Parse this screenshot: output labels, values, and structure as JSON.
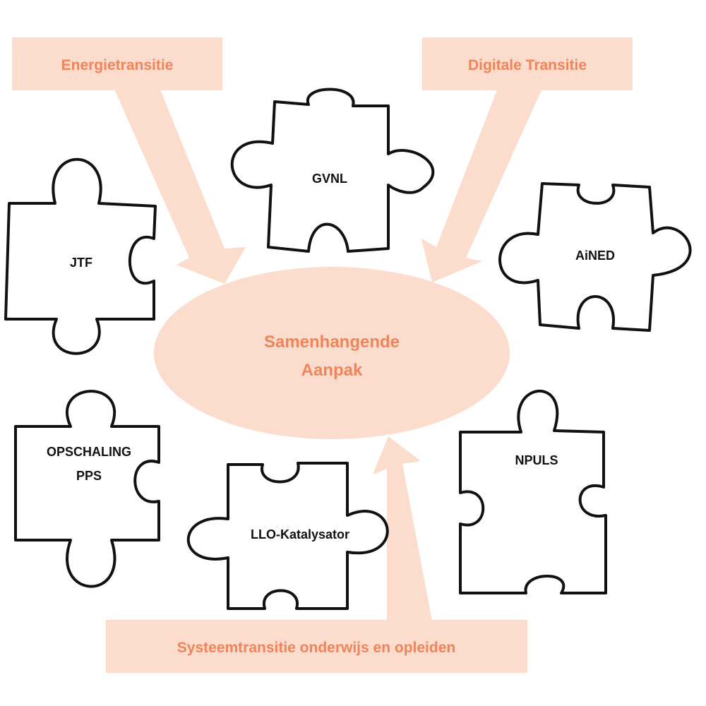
{
  "colors": {
    "fill": "#fcdccc",
    "text_accent": "#f0845a",
    "outline": "#111111"
  },
  "transitions": {
    "top_left": "Energietransitie",
    "top_right": "Digitale Transitie",
    "bottom": "Systeemtransitie onderwijs en opleiden"
  },
  "center": {
    "line1": "Samenhangende",
    "line2": "Aanpak"
  },
  "pieces": {
    "jtf": "JTF",
    "gvnl": "GVNL",
    "ained": "AiNED",
    "opschaling_line1": "OPSCHALING",
    "opschaling_line2": "PPS",
    "llo": "LLO-Katalysator",
    "npuls": "NPULS"
  }
}
